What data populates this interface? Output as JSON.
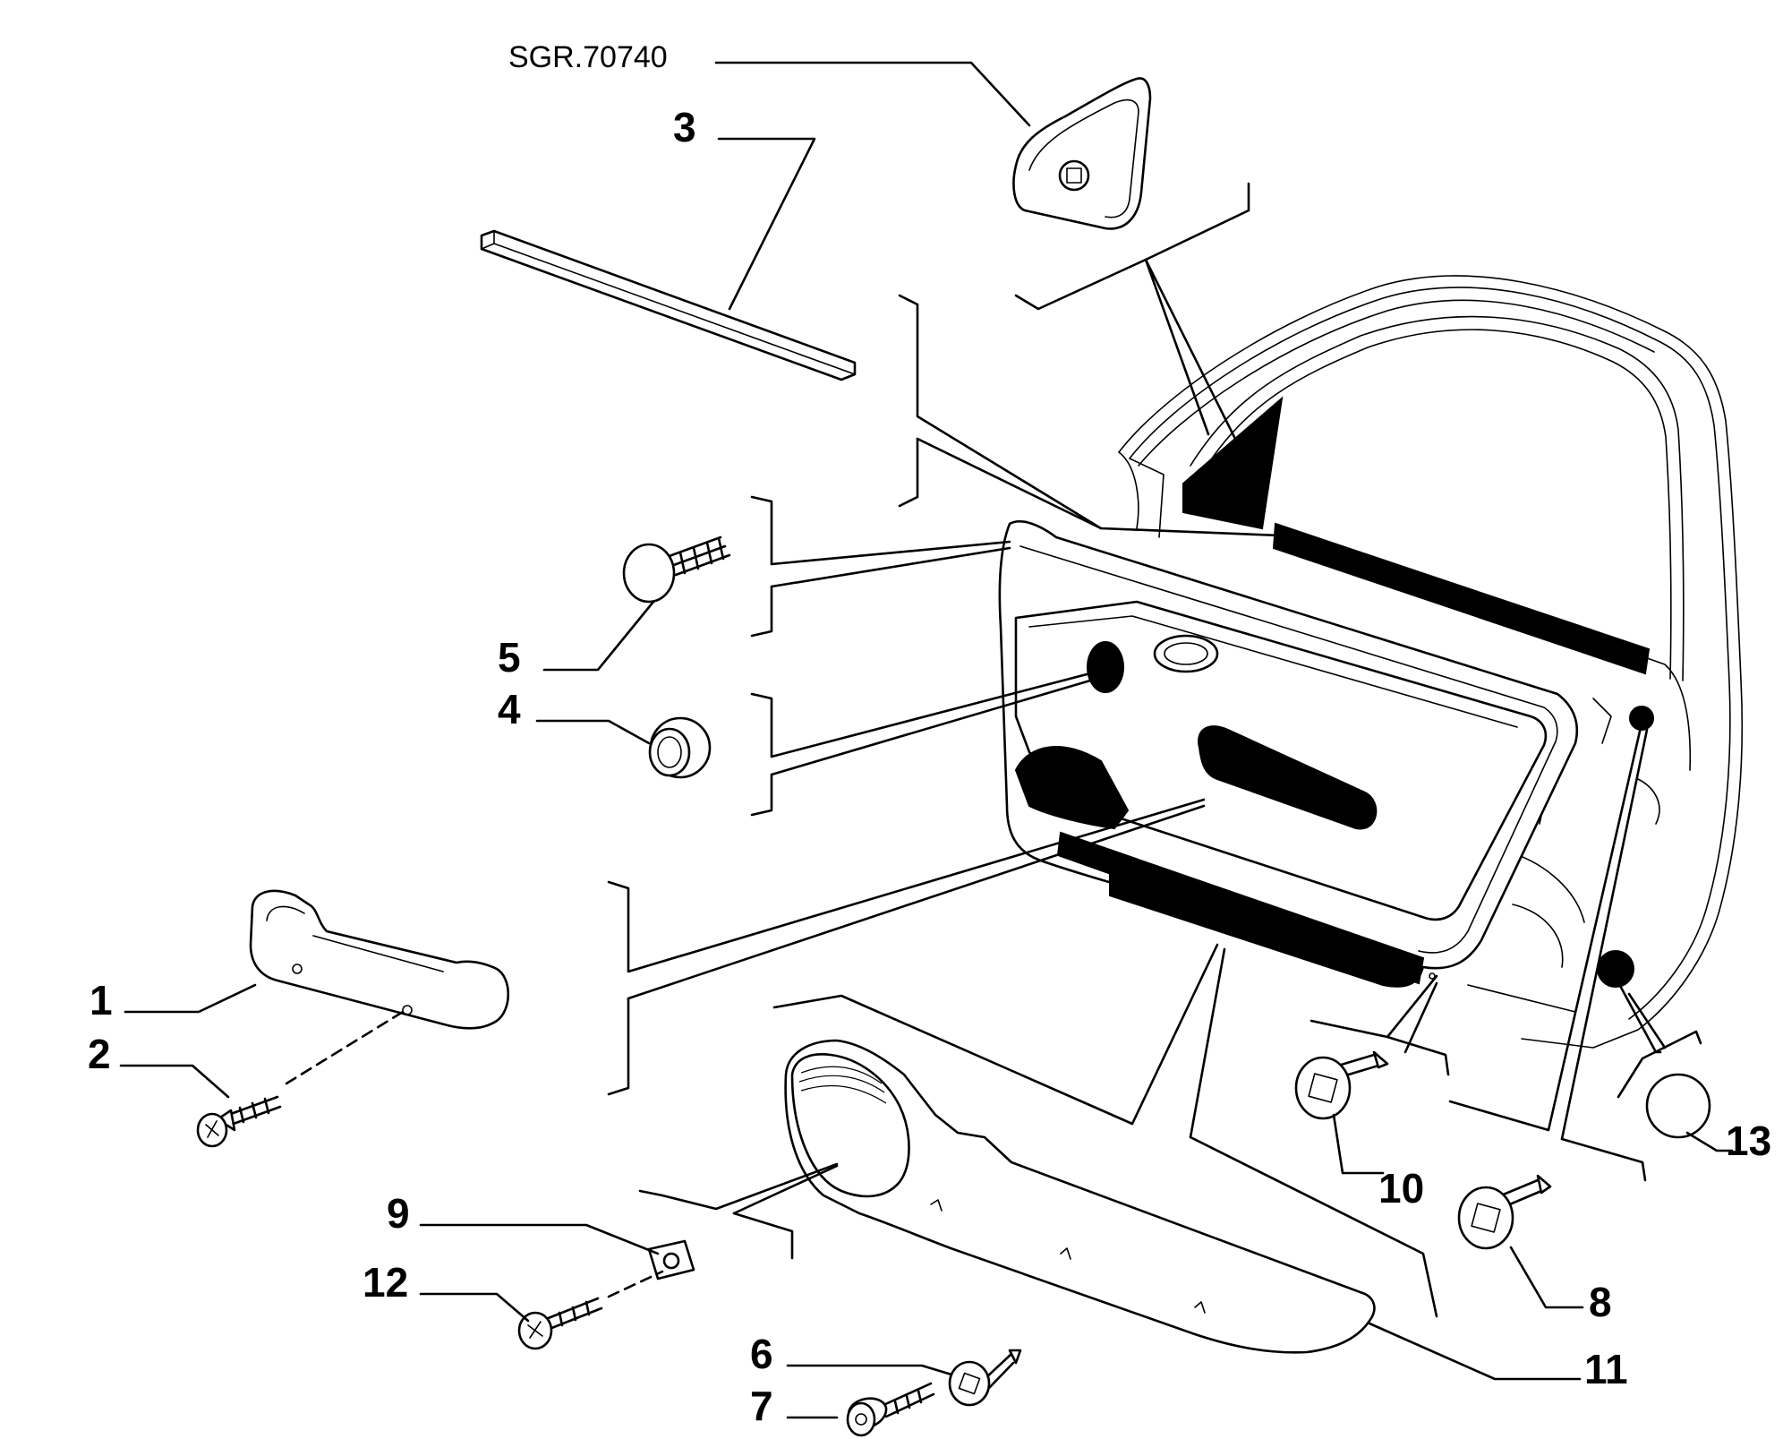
{
  "diagram": {
    "ref_code": "SGR.70740",
    "callouts": [
      {
        "id": "1",
        "text": "1"
      },
      {
        "id": "2",
        "text": "2"
      },
      {
        "id": "3",
        "text": "3"
      },
      {
        "id": "4",
        "text": "4"
      },
      {
        "id": "5",
        "text": "5"
      },
      {
        "id": "6",
        "text": "6"
      },
      {
        "id": "7",
        "text": "7"
      },
      {
        "id": "8",
        "text": "8"
      },
      {
        "id": "9",
        "text": "9"
      },
      {
        "id": "10",
        "text": "10"
      },
      {
        "id": "11",
        "text": "11"
      },
      {
        "id": "12",
        "text": "12"
      },
      {
        "id": "13",
        "text": "13"
      }
    ]
  }
}
